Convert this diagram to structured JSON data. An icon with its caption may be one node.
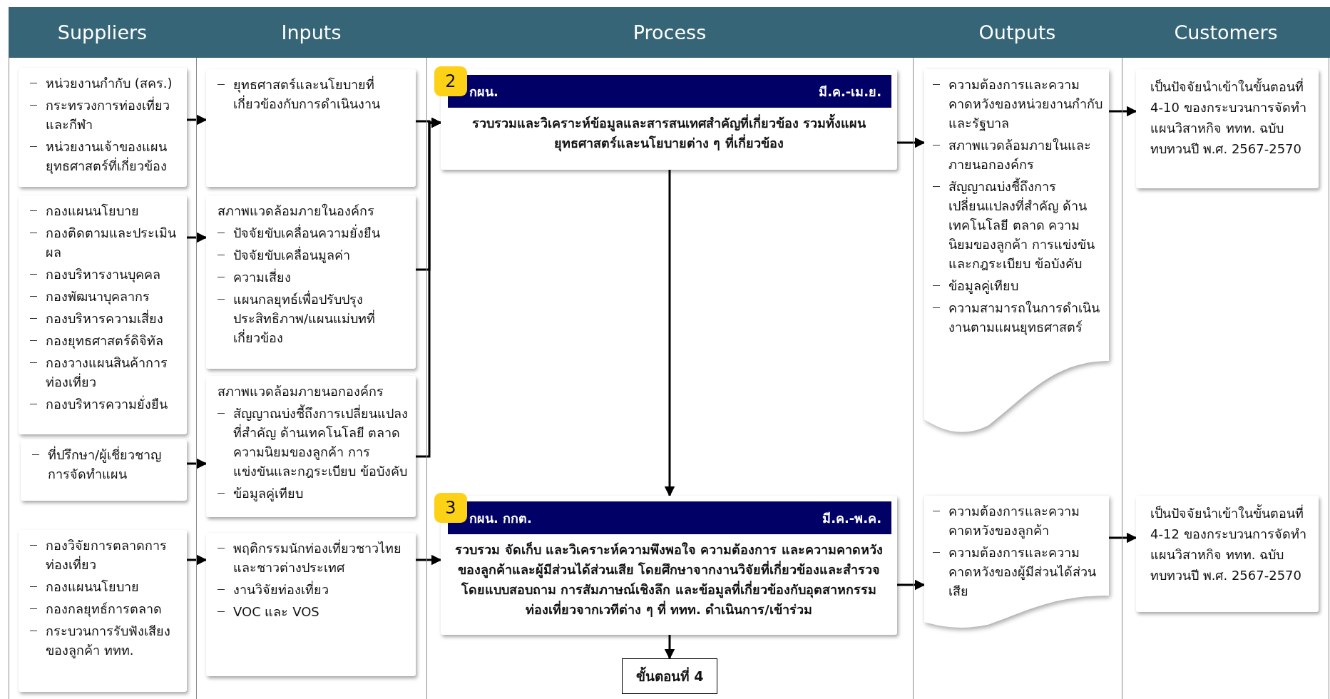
{
  "diagram": {
    "nodes": [
      {
        "text": [
          "Suppliers"
        ]
      },
      {
        "text": [
          "Inputs"
        ]
      },
      {
        "text": [
          "Process"
        ]
      },
      {
        "text": [
          "Outputs"
        ]
      },
      {
        "text": [
          "Customers"
        ]
      },
      {
        "text": [
          "หน่วยงานกำกับ (สคร.)",
          "กระทรวงการท่องเที่ยวและกีฬา",
          "หน่วยงานเจ้าของแผนยุทธศาสตร์ที่เกี่ยวข้อง"
        ]
      },
      {
        "text": [
          "ยุทธศาสตร์และนโยบายที่เกี่ยวข้องกับการดำเนินงาน"
        ]
      },
      {
        "text": [
          "2",
          "กผน.",
          "มี.ค.-เม.ย.",
          "รวบรวมและวิเคราะห์ข้อมูลและสารสนเทศสำคัญที่เกี่ยวข้อง รวมทั้งแผนยุทธศาสตร์และนโยบายต่าง ๆ ที่เกี่ยวข้อง"
        ]
      },
      {
        "text": [
          "ความต้องการและความคาดหวังของหน่วยงานกำกับและรัฐบาล",
          "สภาพแวดล้อมภายในและภายนอกองค์กร",
          "สัญญาณบ่งชี้ถึงการเปลี่ยนแปลงที่สำคัญ ด้านเทคโนโลยี ตลาด ความนิยมของลูกค้า การแข่งขันและกฎระเบียบ ข้อบังคับ",
          "ข้อมูลคู่เทียบ",
          "ความสามารถในการดำเนินงานตามแผนยุทธศาสตร์"
        ]
      },
      {
        "text": [
          "เป็นปัจจัยนำเข้าในขั้นตอนที่ 4-10 ของกระบวนการจัดทำแผนวิสาหกิจ ททท. ฉบับทบทวนปี พ.ศ. 2567-2570"
        ]
      },
      {
        "text": [
          "กองแผนนโยบาย",
          "กองติดตามและประเมินผล",
          "กองบริหารงานบุคคล",
          "กองพัฒนาบุคลากร",
          "กองบริหารความเสี่ยง",
          "กองยุทธศาสตร์ดิจิทัล",
          "กองวางแผนสินค้าการท่องเที่ยว",
          "กองบริหารความยั่งยืน"
        ]
      },
      {
        "text": [
          "สภาพแวดล้อมภายในองค์กร",
          "ปัจจัยขับเคลื่อนความยั่งยืน",
          "ปัจจัยขับเคลื่อนมูลค่า",
          "ความเสี่ยง",
          "แผนกลยุทธ์เพื่อปรับปรุงประสิทธิภาพ/แผนแม่บทที่เกี่ยวข้อง"
        ]
      },
      {
        "text": [
          "ที่ปรึกษา/ผู้เชี่ยวชาญการจัดทำแผน"
        ]
      },
      {
        "text": [
          "สภาพแวดล้อมภายนอกองค์กร",
          "สัญญาณบ่งชี้ถึงการเปลี่ยนแปลงที่สำคัญ ด้านเทคโนโลยี ตลาด ความนิยมของลูกค้า การแข่งขันและกฎระเบียบ ข้อบังคับ",
          "ข้อมูลคู่เทียบ"
        ]
      },
      {
        "text": [
          "กองวิจัยการตลาดการท่องเที่ยว",
          "กองแผนนโยบาย",
          "กองกลยุทธ์การตลาด",
          "กระบวนการรับฟังเสียงของลูกค้า ททท."
        ]
      },
      {
        "text": [
          "พฤติกรรมนักท่องเที่ยวชาวไทยและชาวต่างประเทศ",
          "งานวิจัยท่องเที่ยว",
          "VOC และ VOS"
        ]
      },
      {
        "text": [
          "3",
          "กผน. กกต.",
          "มี.ค.-พ.ค.",
          "รวบรวม จัดเก็บ และวิเคราะห์ความพึงพอใจ ความต้องการ และความคาดหวังของลูกค้าและผู้มีส่วนได้ส่วนเสีย โดยศึกษาจากงานวิจัยที่เกี่ยวข้องและสำรวจโดยแบบสอบถาม การสัมภาษณ์เชิงลึก และข้อมูลที่เกี่ยวข้องกับอุตสาหกรรมท่องเที่ยวจากเวทีต่าง ๆ ที่ ททท. ดำเนินการ/เข้าร่วม"
        ]
      },
      {
        "text": [
          "ความต้องการและความคาดหวังของลูกค้า",
          "ความต้องการและความคาดหวังของผู้มีส่วนได้ส่วนเสีย"
        ]
      },
      {
        "text": [
          "เป็นปัจจัยนำเข้าในขั้นตอนที่ 4-12 ของกระบวนการจัดทำแผนวิสาหกิจ ททท. ฉบับทบทวนปี พ.ศ. 2567-2570"
        ]
      },
      {
        "text": [
          "ขั้นตอนที่ 4"
        ]
      }
    ],
    "edges": [
      {
        "from": 5,
        "to": 6,
        "arrow": "to"
      },
      {
        "from": 10,
        "to": 11,
        "arrow": "to"
      },
      {
        "from": 12,
        "to": 13,
        "arrow": "to"
      },
      {
        "from": 14,
        "to": 15,
        "arrow": "to"
      },
      {
        "from": 6,
        "to": 7,
        "arrow": "to"
      },
      {
        "from": 11,
        "to": 7,
        "arrow": "to"
      },
      {
        "from": 13,
        "to": 7,
        "arrow": "to"
      },
      {
        "from": 7,
        "to": 8,
        "arrow": "to"
      },
      {
        "from": 8,
        "to": 9,
        "arrow": "to"
      },
      {
        "from": 7,
        "to": 16,
        "arrow": "to"
      },
      {
        "from": 15,
        "to": 16,
        "arrow": "to"
      },
      {
        "from": 16,
        "to": 17,
        "arrow": "to"
      },
      {
        "from": 17,
        "to": 18,
        "arrow": "to"
      },
      {
        "from": 16,
        "to": 19,
        "arrow": "to"
      }
    ]
  }
}
